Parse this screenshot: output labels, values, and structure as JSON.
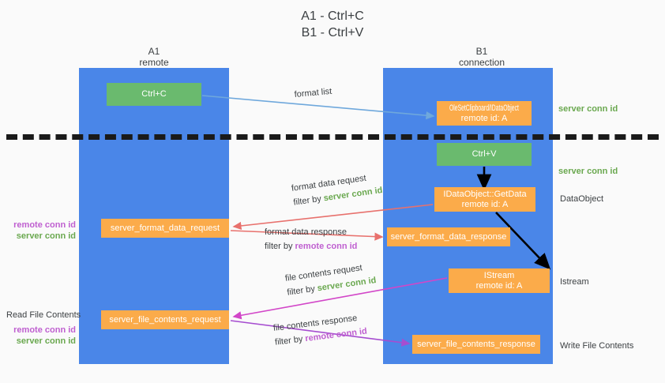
{
  "title": "A1 - Ctrl+C\nB1 - Ctrl+V",
  "columns": {
    "left": "A1\nremote",
    "right": "B1\nconnection"
  },
  "nodes": {
    "ctrl_c": "Ctrl+C",
    "ole_clipboard": "remote id: A",
    "ole_clipboard_head": "OleSetClipboard/IDataObject",
    "ctrl_v": "Ctrl+V",
    "getdata": "IDataObject::GetData\nremote id: A",
    "istream": "IStream\nremote id: A",
    "format_data_request": "server_format_data_request",
    "format_data_response": "server_format_data_response",
    "file_contents_request": "server_file_contents_request",
    "file_contents_response": "server_file_contents_response"
  },
  "edges": {
    "format_list": "format list",
    "format_data_request": "format data request",
    "format_data_response": "format data response",
    "file_contents_request": "file contents request",
    "file_contents_response": "file contents response",
    "filter_by": "filter by",
    "server_conn_id": "server conn id",
    "remote_conn_id": "remote conn id"
  },
  "side_labels": {
    "right_server_conn_1": "server conn id",
    "right_server_conn_2": "server conn id",
    "dataobject": "DataObject",
    "istream": "Istream",
    "write_file_contents": "Write File Contents",
    "read_file_contents": "Read File Contents",
    "remote_conn_id": "remote conn id",
    "server_conn_id": "server conn id"
  },
  "colors": {
    "lane": "#4a86e8",
    "node_orange": "#fbab4a",
    "node_green": "#6aba6e",
    "server_conn_id": "#6aa84f",
    "remote_conn_id": "#bf5fd0",
    "arrow_blue": "#6fa8dc",
    "arrow_red": "#e8716d",
    "arrow_magenta": "#d246c8",
    "arrow_purple": "#a64dd0",
    "arrow_black": "#000000",
    "divider": "#1a1a1a"
  }
}
